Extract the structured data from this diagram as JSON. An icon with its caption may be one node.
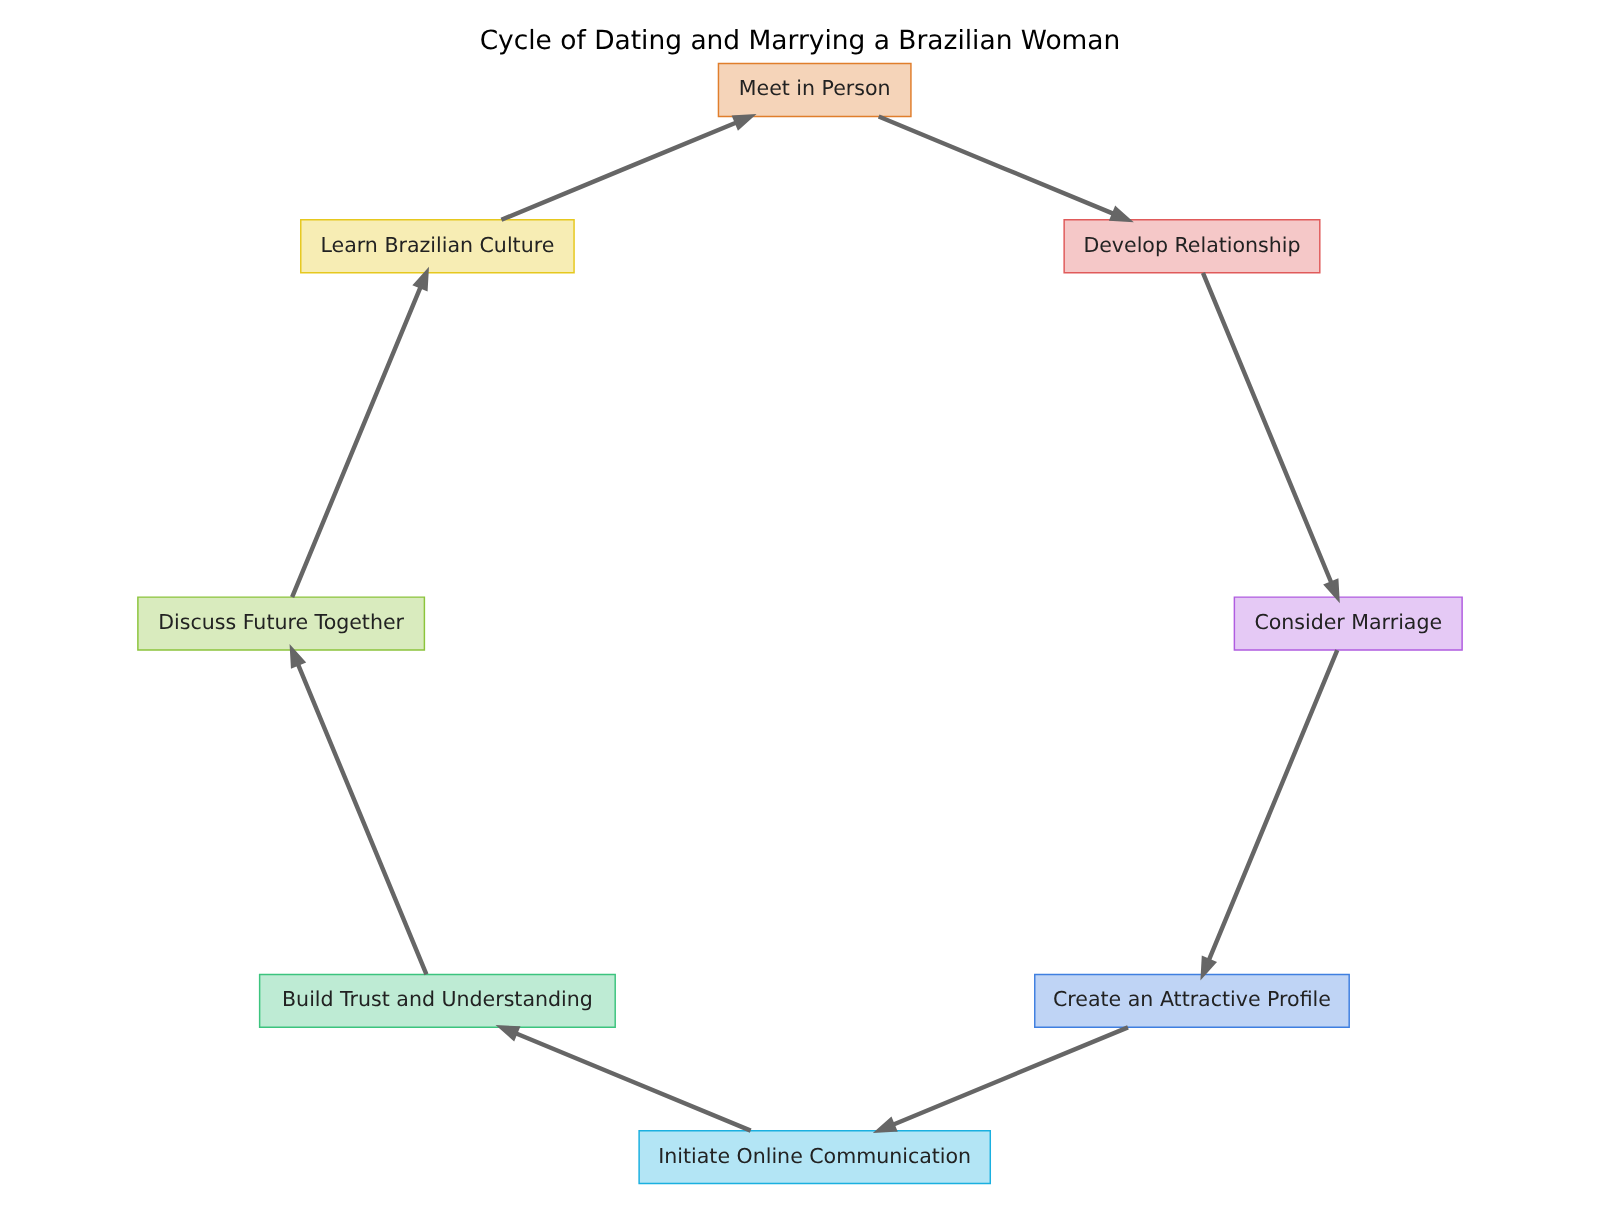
{
  "diagram": {
    "title": "Cycle of Dating and Marrying a Brazilian Woman",
    "nodes": [
      {
        "text": [
          "Create an Attractive Profile"
        ]
      },
      {
        "text": [
          "Initiate Online Communication"
        ]
      },
      {
        "text": [
          "Build Trust and Understanding"
        ]
      },
      {
        "text": [
          "Discuss Future Together"
        ]
      },
      {
        "text": [
          "Learn Brazilian Culture"
        ]
      },
      {
        "text": [
          "Meet in Person"
        ]
      },
      {
        "text": [
          "Develop Relationship"
        ]
      },
      {
        "text": [
          "Consider Marriage"
        ]
      }
    ],
    "edges": [
      {
        "from": 0,
        "to": 1,
        "arrow": "to"
      },
      {
        "from": 1,
        "to": 2,
        "arrow": "to"
      },
      {
        "from": 2,
        "to": 3,
        "arrow": "to"
      },
      {
        "from": 3,
        "to": 4,
        "arrow": "to"
      },
      {
        "from": 4,
        "to": 5,
        "arrow": "to"
      },
      {
        "from": 5,
        "to": 6,
        "arrow": "to"
      },
      {
        "from": 6,
        "to": 7,
        "arrow": "to"
      },
      {
        "from": 7,
        "to": 0,
        "arrow": "to"
      }
    ]
  }
}
